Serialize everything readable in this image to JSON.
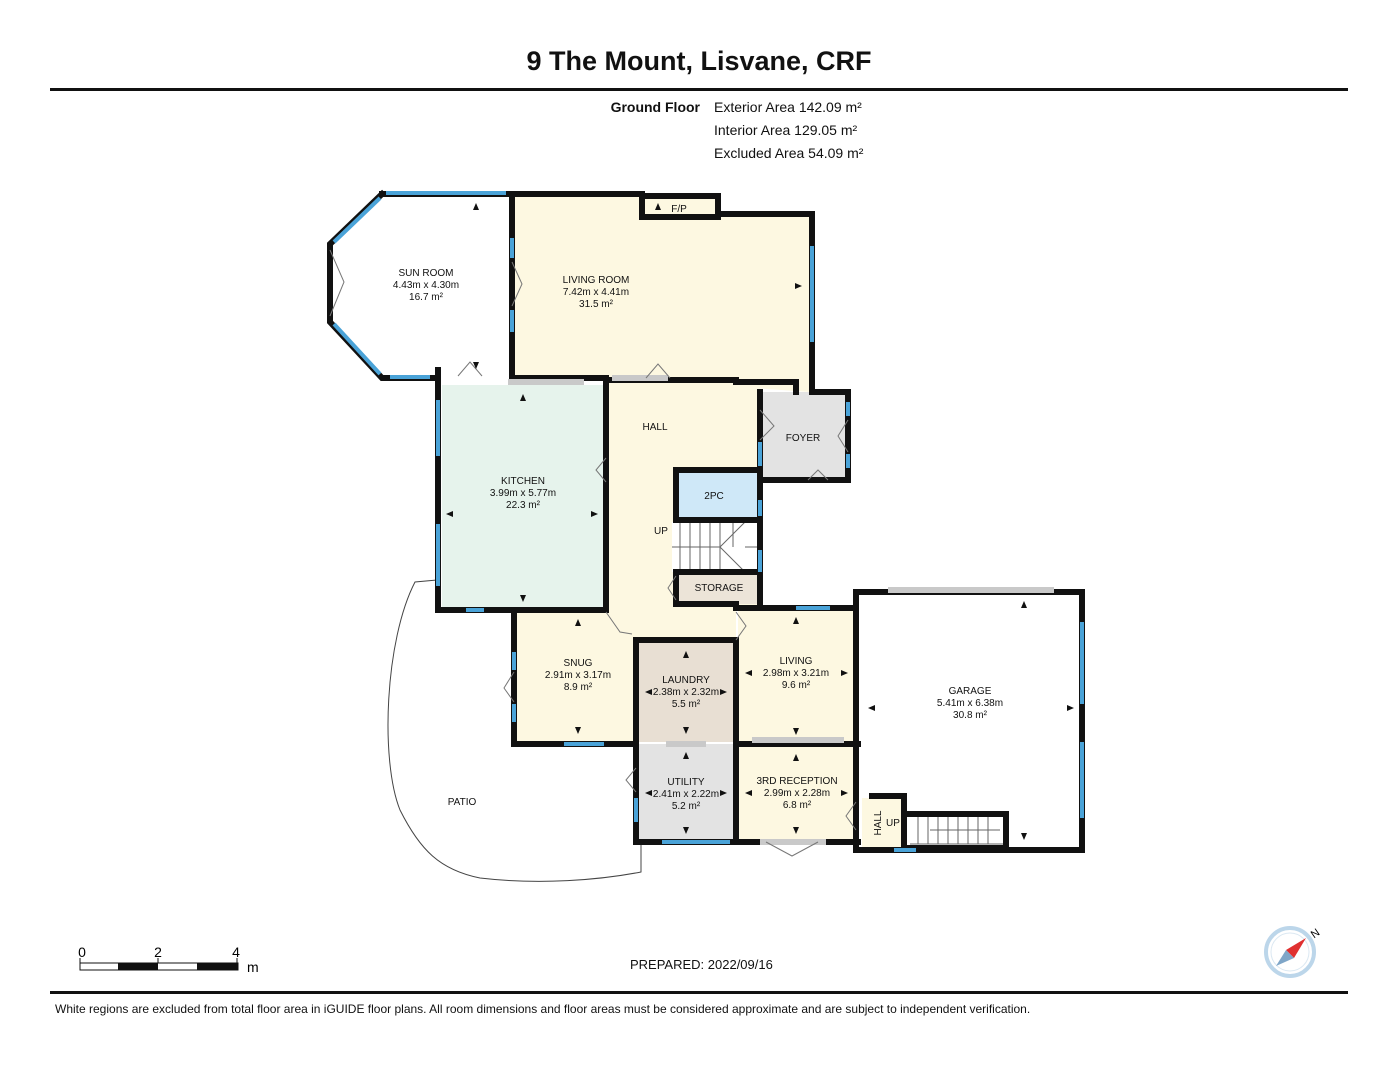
{
  "title": "9 The Mount, Lisvane, CRF",
  "floor": {
    "name": "Ground Floor",
    "exterior_area": "Exterior Area 142.09 m²",
    "interior_area": "Interior Area 129.05 m²",
    "excluded_area": "Excluded Area 54.09 m²"
  },
  "rooms": {
    "sun_room": {
      "name": "SUN ROOM",
      "dims": "4.43m x 4.30m",
      "area": "16.7 m²"
    },
    "living_room": {
      "name": "LIVING ROOM",
      "dims": "7.42m x 4.41m",
      "area": "31.5 m²"
    },
    "fp": {
      "name": "F/P"
    },
    "hall": {
      "name": "HALL"
    },
    "foyer": {
      "name": "FOYER"
    },
    "kitchen": {
      "name": "KITCHEN",
      "dims": "3.99m x 5.77m",
      "area": "22.3 m²"
    },
    "two_pc": {
      "name": "2PC"
    },
    "up_main": {
      "name": "UP"
    },
    "storage": {
      "name": "STORAGE"
    },
    "snug": {
      "name": "SNUG",
      "dims": "2.91m x 3.17m",
      "area": "8.9 m²"
    },
    "laundry": {
      "name": "LAUNDRY",
      "dims": "2.38m x 2.32m",
      "area": "5.5 m²"
    },
    "living": {
      "name": "LIVING",
      "dims": "2.98m x 3.21m",
      "area": "9.6 m²"
    },
    "garage": {
      "name": "GARAGE",
      "dims": "5.41m x 6.38m",
      "area": "30.8 m²"
    },
    "utility": {
      "name": "UTILITY",
      "dims": "2.41m x 2.22m",
      "area": "5.2 m²"
    },
    "third_reception": {
      "name": "3RD RECEPTION",
      "dims": "2.99m x 2.28m",
      "area": "6.8 m²"
    },
    "small_hall": {
      "name": "HALL"
    },
    "up_garage": {
      "name": "UP"
    },
    "patio": {
      "name": "PATIO"
    }
  },
  "scale_bar": {
    "tick_0": "0",
    "tick_2": "2",
    "tick_4": "4",
    "unit": "m"
  },
  "compass": {
    "label": "N"
  },
  "prepared": "PREPARED: 2022/09/16",
  "disclaimer": "White regions are excluded from total floor area in iGUIDE floor plans. All room dimensions and floor areas must be considered approximate and are subject to independent verification.",
  "colors": {
    "wall": "#111111",
    "window": "#4aa3d8",
    "living_fill": "#fdf8e1",
    "kitchen_fill": "#e6f3ec",
    "grey_fill": "#e3e3e3",
    "laundry_fill": "#e8dfd3",
    "bath_fill": "#cfe8f8",
    "storage_fill": "#ece4d8"
  }
}
